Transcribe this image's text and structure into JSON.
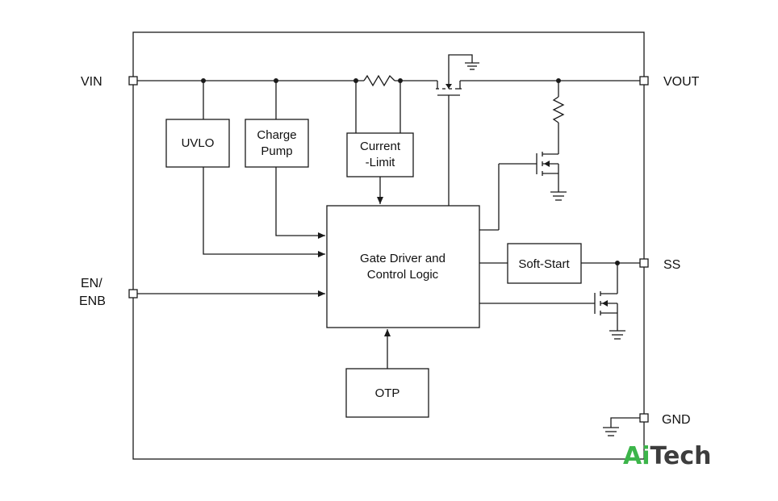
{
  "pins": {
    "vin": "VIN",
    "vout": "VOUT",
    "en_line1": "EN/",
    "en_line2": "ENB",
    "ss": "SS",
    "gnd": "GND"
  },
  "blocks": {
    "uvlo": "UVLO",
    "charge_pump_line1": "Charge",
    "charge_pump_line2": "Pump",
    "current_limit_line1": "Current",
    "current_limit_line2": "-Limit",
    "gate_driver_line1": "Gate Driver and",
    "gate_driver_line2": "Control Logic",
    "soft_start": "Soft-Start",
    "otp": "OTP"
  },
  "logo": {
    "part1": "Ai",
    "part2": "Tech",
    "color_ai": "#3cb54a",
    "color_tech": "#3d3d3d"
  }
}
